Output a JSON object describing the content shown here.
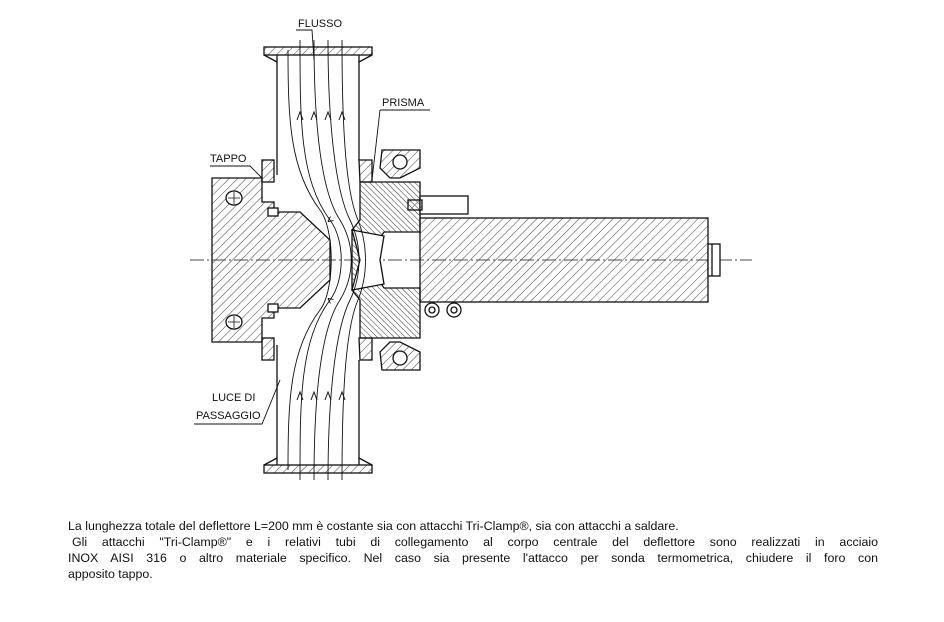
{
  "labels": {
    "flusso": "FLUSSO",
    "prisma": "PRISMA",
    "tappo": "TAPPO",
    "luce_line1": "LUCE DI",
    "luce_line2": "PASSAGGIO"
  },
  "caption": {
    "line1": "La lunghezza totale del deflettore L=200 mm è costante sia con attacchi Tri-Clamp®, sia con attacchi a saldare.",
    "line2": "Gli attacchi \"Tri-Clamp®\" e i relativi tubi di collegamento al corpo centrale del deflettore sono realizzati in acciaio",
    "line3": "INOX AISI 316 o altro materiale specifico. Nel caso sia presente l'attacco per sonda termometrica, chiudere il foro con",
    "line4": "apposito tappo."
  },
  "colors": {
    "ink": "#111111",
    "hatch": "#444444"
  }
}
